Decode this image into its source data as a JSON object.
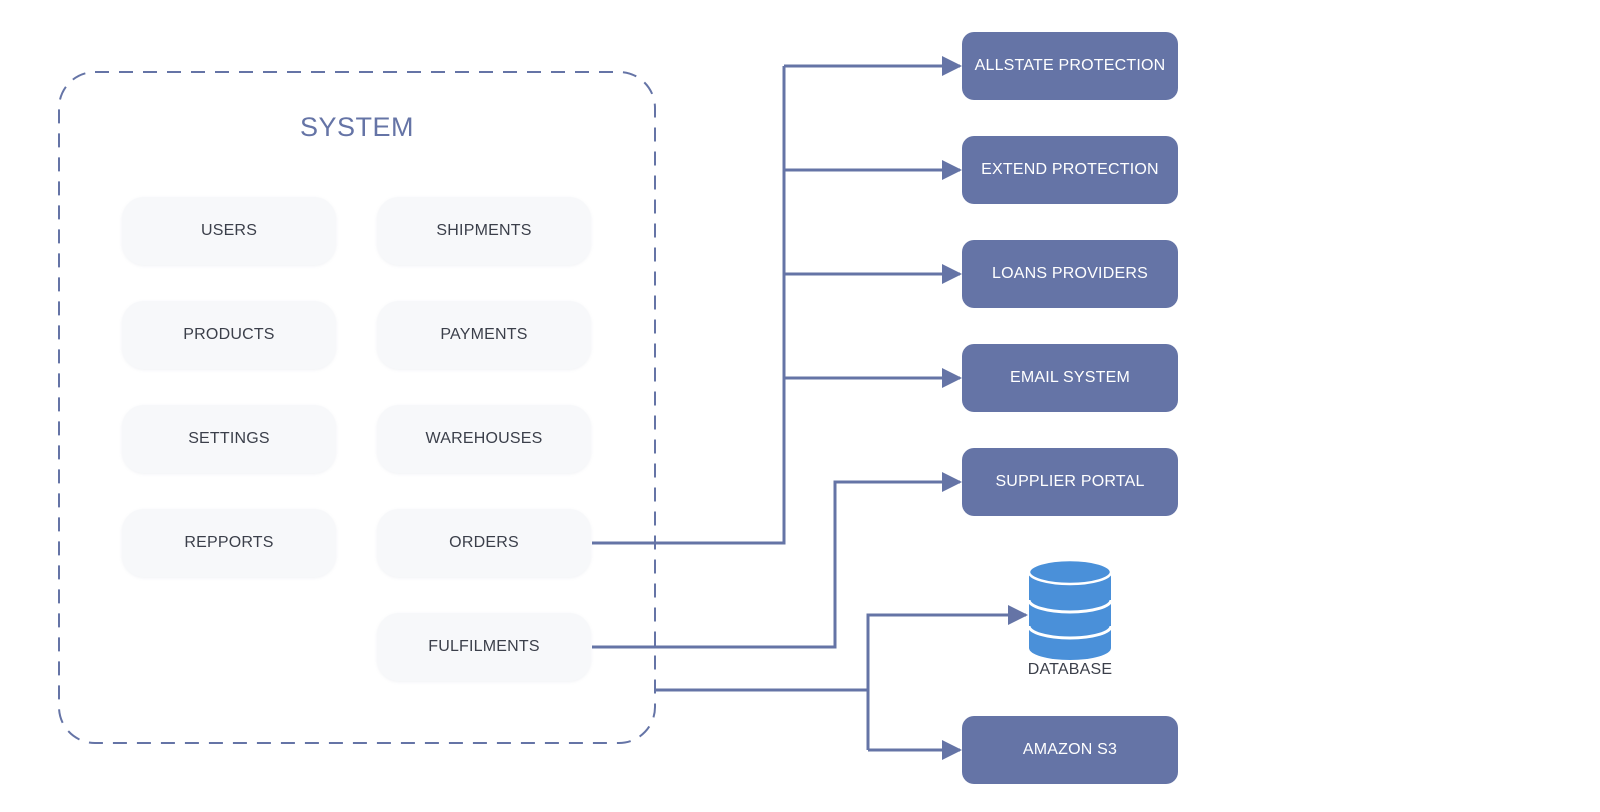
{
  "system": {
    "title": "SYSTEM",
    "modules": [
      "USERS",
      "SHIPMENTS",
      "PRODUCTS",
      "PAYMENTS",
      "SETTINGS",
      "WAREHOUSES",
      "REPPORTS",
      "ORDERS",
      "FULFILMENTS"
    ]
  },
  "external": [
    "ALLSTATE PROTECTION",
    "EXTEND PROTECTION",
    "LOANS PROVIDERS",
    "EMAIL SYSTEM",
    "SUPPLIER PORTAL",
    "AMAZON S3"
  ],
  "database": {
    "label": "DATABASE",
    "icon": "database-icon"
  },
  "colors": {
    "accent": "#6574a6",
    "database": "#4a90d9",
    "module_bg": "#f7f8fa",
    "module_text": "#3b3f4a"
  }
}
